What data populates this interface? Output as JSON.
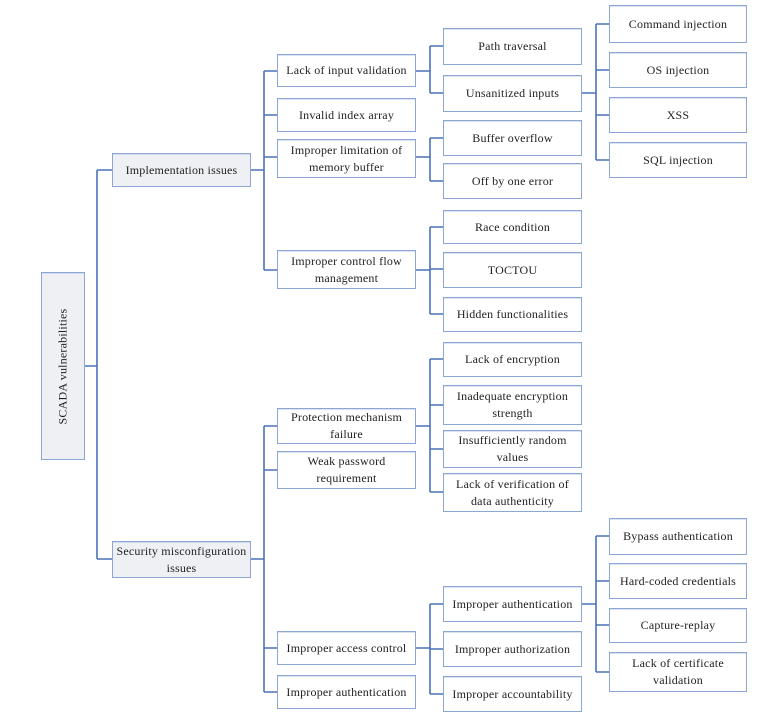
{
  "diagram": {
    "title": "SCADA vulnerabilities taxonomy tree",
    "colors": {
      "connector_line": "#4a72b8",
      "box_border": "#8ca7d6",
      "box_fill": "#ffffff",
      "category_box_fill": "#eef0f4",
      "text": "#1f1f1f"
    },
    "nodes": {
      "root": "SCADA vulnerabilities",
      "implementation_issues": "Implementation issues",
      "security_misconfiguration_issues": "Security misconfiguration issues",
      "lack_of_input_validation": "Lack of input validation",
      "invalid_index_array": "Invalid index array",
      "improper_limitation_of_memory_buffer": "Improper limitation of memory buffer",
      "improper_control_flow_management": "Improper control flow management",
      "protection_mechanism_failure": "Protection mechanism failure",
      "weak_password_requirement": "Weak password requirement",
      "improper_access_control": "Improper access control",
      "improper_authentication_cat": "Improper authentication",
      "path_traversal": "Path traversal",
      "unsanitized_inputs": "Unsanitized inputs",
      "buffer_overflow": "Buffer overflow",
      "off_by_one_error": "Off by one error",
      "race_condition": "Race condition",
      "toctou": "TOCTOU",
      "hidden_functionalities": "Hidden functionalities",
      "lack_of_encryption": "Lack of encryption",
      "inadequate_encryption_strength": "Inadequate encryption strength",
      "insufficiently_random_values": "Insufficiently random values",
      "lack_of_verification_of_data_authenticity": "Lack of verification of data authenticity",
      "improper_authentication": "Improper authentication",
      "improper_authorization": "Improper authorization",
      "improper_accountability": "Improper accountability",
      "command_injection": "Command injection",
      "os_injection": "OS injection",
      "xss": "XSS",
      "sql_injection": "SQL injection",
      "bypass_authentication": "Bypass authentication",
      "hard_coded_credentials": "Hard-coded credentials",
      "capture_replay": "Capture-replay",
      "lack_of_certificate_validation": "Lack of certificate validation"
    },
    "tree": {
      "SCADA vulnerabilities": {
        "Implementation issues": {
          "Lack of input validation": {
            "Path traversal": {},
            "Unsanitized inputs": {
              "Command injection": {},
              "OS injection": {},
              "XSS": {},
              "SQL injection": {}
            }
          },
          "Invalid index array": {},
          "Improper limitation of memory buffer": {
            "Buffer overflow": {},
            "Off by one error": {}
          },
          "Improper control flow management": {
            "Race condition": {},
            "TOCTOU": {},
            "Hidden functionalities": {}
          }
        },
        "Security misconfiguration issues": {
          "Protection mechanism failure": {
            "Lack of encryption": {},
            "Inadequate encryption strength": {},
            "Insufficiently random values": {},
            "Lack of verification of data authenticity": {}
          },
          "Weak password requirement": {},
          "Improper access control": {
            "Improper authentication": {
              "Bypass authentication": {},
              "Hard-coded credentials": {},
              "Capture-replay": {},
              "Lack of certificate validation": {}
            },
            "Improper authorization": {},
            "Improper accountability": {}
          },
          "Improper authentication (category)": {}
        }
      }
    }
  }
}
